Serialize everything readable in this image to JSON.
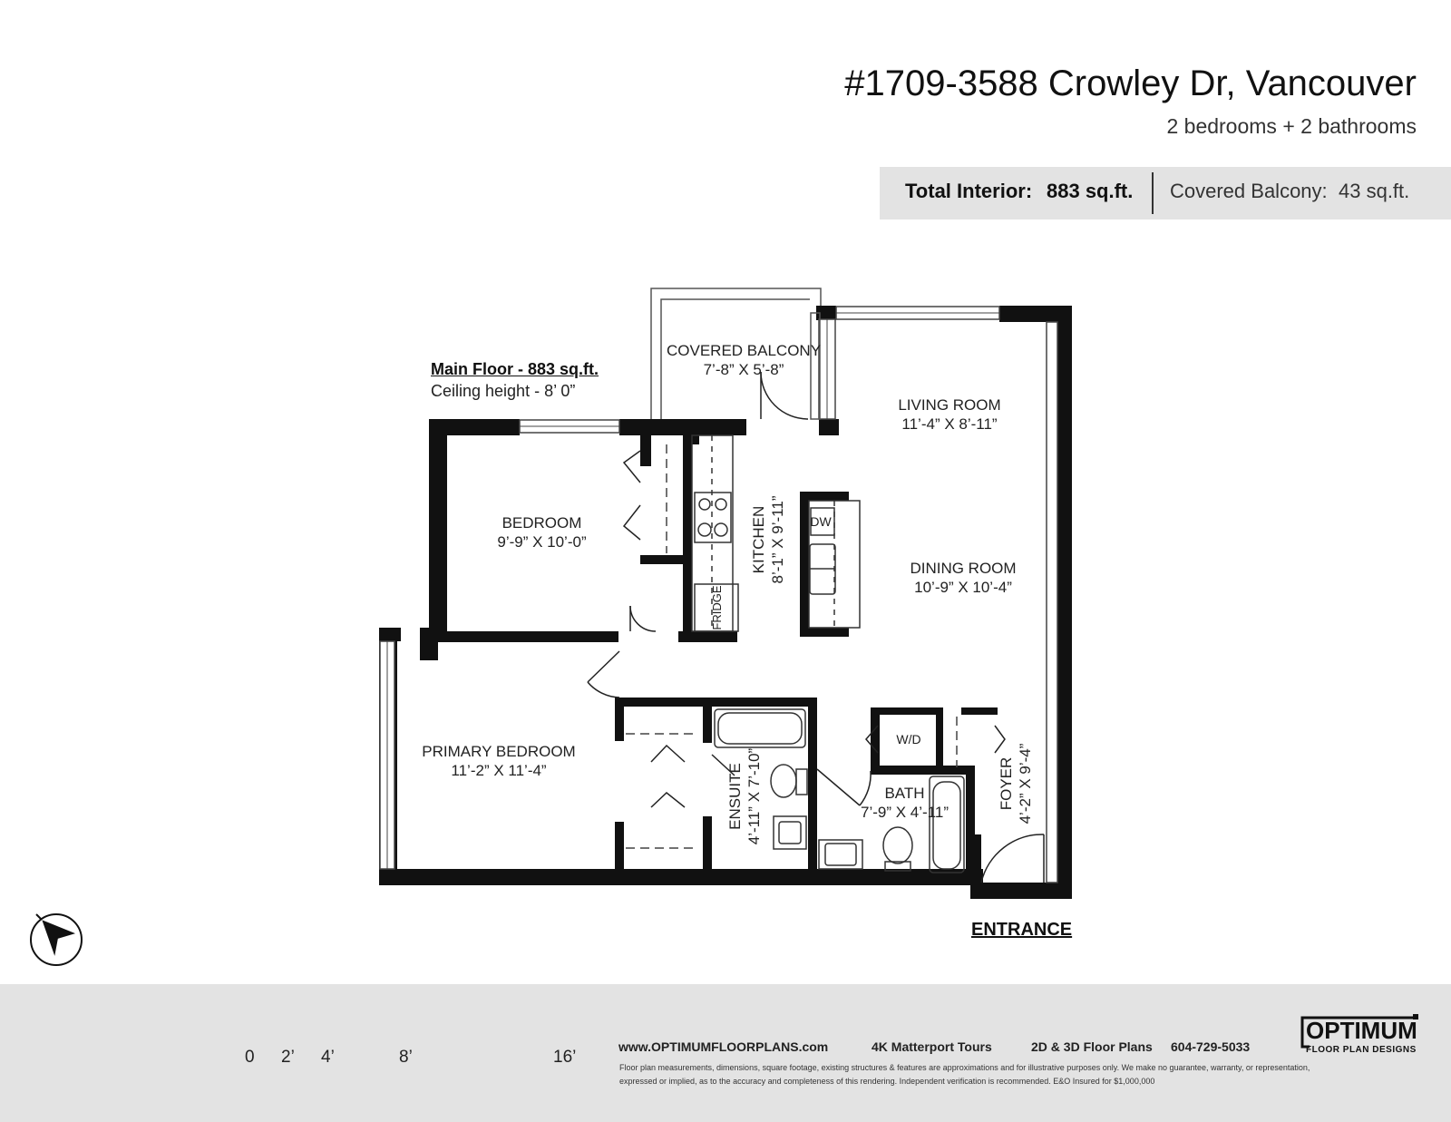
{
  "header": {
    "address": "#1709-3588 Crowley Dr, Vancouver",
    "summary": "2 bedrooms + 2 bathrooms"
  },
  "areas": {
    "total_interior_label": "Total Interior:",
    "total_interior_value": "883 sq.ft.",
    "covered_balcony_label": "Covered Balcony:",
    "covered_balcony_value": "43 sq.ft."
  },
  "floor": {
    "title": "Main Floor - 883 sq.ft.",
    "ceiling": "Ceiling height - 8’ 0”"
  },
  "rooms": {
    "balcony_name": "COVERED BALCONY",
    "balcony_dim": "7’-8” X 5’-8”",
    "living_name": "LIVING ROOM",
    "living_dim": "11’-4” X 8’-11”",
    "bedroom_name": "BEDROOM",
    "bedroom_dim": "9’-9” X 10’-0”",
    "kitchen_name": "KITCHEN",
    "kitchen_dim": "8’-1” X 9’-11”",
    "dining_name": "DINING ROOM",
    "dining_dim": "10’-9” X 10’-4”",
    "primary_name": "PRIMARY BEDROOM",
    "primary_dim": "11’-2” X 11’-4”",
    "ensuite_name": "ENSUITE",
    "ensuite_dim": "4’-11” X 7’-10”",
    "bath_name": "BATH",
    "bath_dim": "7’-9” X 4’-11”",
    "foyer_name": "FOYER",
    "foyer_dim": "4’-2” X 9’-4”"
  },
  "fixtures": {
    "dishwasher": "DW",
    "fridge": "FRIDGE",
    "washer_dryer": "W/D"
  },
  "entrance": "ENTRANCE",
  "scale": {
    "labels": [
      "0",
      "2’",
      "4’",
      "8’",
      "16’"
    ]
  },
  "footer": {
    "website": "www.OPTIMUMFLOORPLANS.com",
    "service1": "4K Matterport Tours",
    "service2": "2D & 3D Floor Plans",
    "phone": "604-729-5033",
    "disclaimer_line1": "Floor plan measurements, dimensions, square footage, existing structures & features are approximations and for illustrative purposes only. We make no guarantee, warranty, or representation,",
    "disclaimer_line2": "expressed or implied, as to the accuracy and completeness of this rendering. Independent verification is recommended. E&O Insured for $1,000,000",
    "logo_main": "OPTIMUM",
    "logo_sub": "FLOOR PLAN DESIGNS"
  },
  "colors": {
    "wall": "#111111",
    "band": "#e3e3e3"
  }
}
